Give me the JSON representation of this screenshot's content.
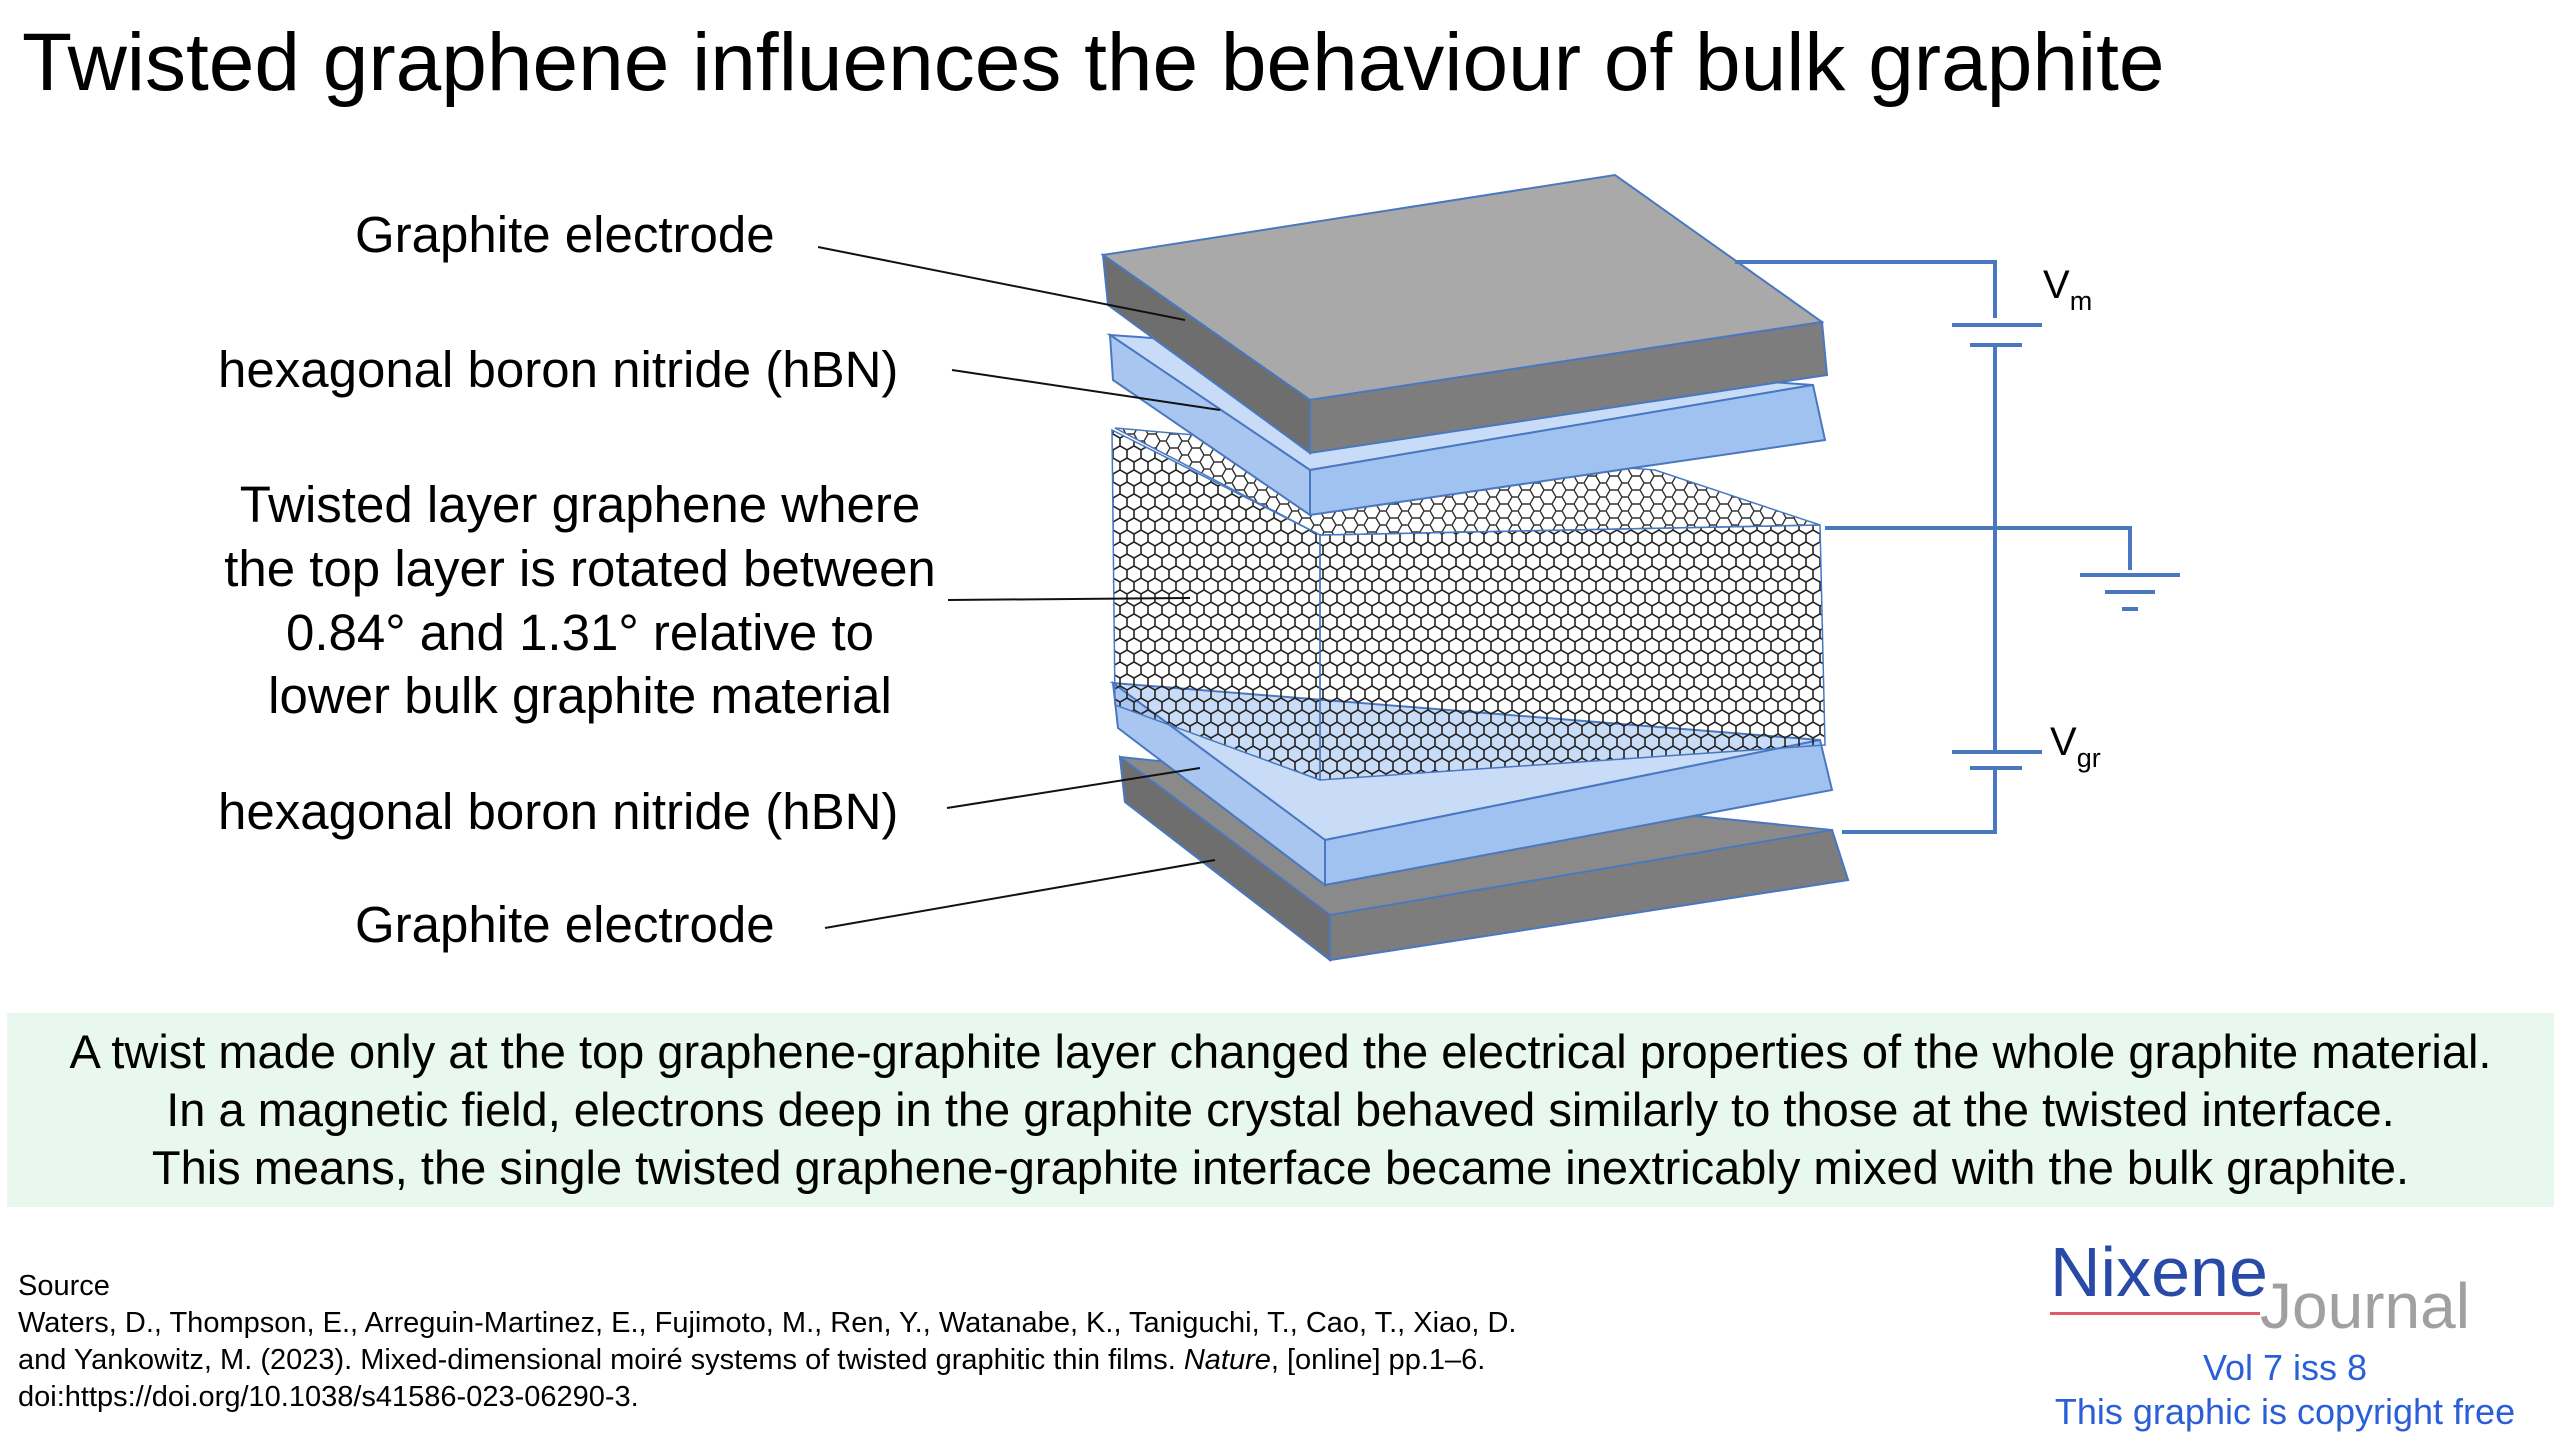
{
  "title": "Twisted graphene influences the behaviour of bulk graphite",
  "labels": {
    "top_graphite": "Graphite electrode",
    "top_hbn": "hexagonal boron nitride (hBN)",
    "twisted": [
      "Twisted layer graphene where",
      "the top layer is rotated between",
      "0.84° and 1.31° relative to",
      "lower bulk graphite material"
    ],
    "bottom_hbn": "hexagonal boron nitride (hBN)",
    "bottom_graphite": "Graphite electrode"
  },
  "circuit": {
    "vm_main": "V",
    "vm_sub": "m",
    "vgr_main": "V",
    "vgr_sub": "gr"
  },
  "summary": [
    "A twist made only at the top graphene-graphite layer changed the electrical properties of the whole graphite material.",
    "In a magnetic field, electrons deep in the graphite crystal behaved similarly to those at the twisted interface.",
    "This means, the single twisted graphene-graphite interface became inextricably mixed with the bulk graphite."
  ],
  "source": {
    "heading": "Source",
    "line1": "Waters, D., Thompson, E., Arreguin-Martinez, E., Fujimoto, M., Ren, Y., Watanabe, K., Taniguchi, T., Cao, T., Xiao, D.",
    "line2_pre": "and Yankowitz, M. (2023). Mixed-dimensional moiré systems of twisted graphitic thin films. ",
    "line2_journal": "Nature",
    "line2_post": ", [online] pp.1–6.",
    "line3": "doi:https://doi.org/10.1038/s41586-023-06290-3."
  },
  "brand": {
    "name": "Nixene",
    "suffix": "Journal",
    "volume": "Vol 7 iss 8",
    "copyright": "This graphic is copyright free"
  },
  "colors": {
    "graphite_face": "#a9a9a9",
    "graphite_side": "#7d7d7d",
    "hbn_face": "#c9dcf7",
    "hbn_side": "#9fc2f0",
    "outline": "#4a78c0",
    "wire": "#4a78c0",
    "summary_bg": "#e8f8ee",
    "brand_blue": "#2a4aa8",
    "brand_red": "#e05a6a",
    "brand_gray": "#a0a0a0"
  }
}
